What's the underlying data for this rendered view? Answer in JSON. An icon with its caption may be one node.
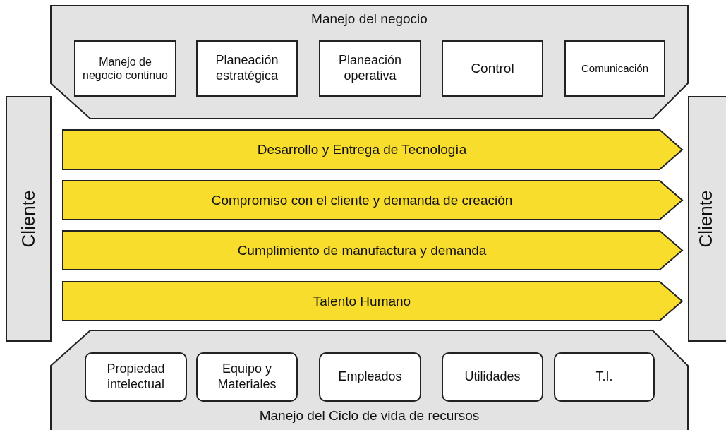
{
  "diagram": {
    "nodes": [
      {
        "text": [
          "Manejo del negocio"
        ]
      },
      {
        "text": [
          "Manejo de negocio continuo"
        ],
        "in": 0
      },
      {
        "text": [
          "Planeación estratégica"
        ],
        "in": 0
      },
      {
        "text": [
          "Planeación operativa"
        ],
        "in": 0
      },
      {
        "text": [
          "Control"
        ],
        "in": 0
      },
      {
        "text": [
          "Comunicación"
        ],
        "in": 0
      },
      {
        "text": [
          "Cliente"
        ]
      },
      {
        "text": [
          "Desarrollo y Entrega de Tecnología"
        ]
      },
      {
        "text": [
          "Compromiso con el cliente y demanda de creación"
        ]
      },
      {
        "text": [
          "Cumplimiento de manufactura y demanda"
        ]
      },
      {
        "text": [
          "Talento Humano"
        ]
      },
      {
        "text": [
          "Cliente"
        ]
      },
      {
        "text": [
          "Manejo del Ciclo de vida de recursos"
        ]
      },
      {
        "text": [
          "Propiedad intelectual"
        ],
        "in": 12
      },
      {
        "text": [
          "Equipo y Materiales"
        ],
        "in": 12
      },
      {
        "text": [
          "Empleados"
        ],
        "in": 12
      },
      {
        "text": [
          "Utilidades"
        ],
        "in": 12
      },
      {
        "text": [
          "T.I."
        ],
        "in": 12
      }
    ]
  }
}
